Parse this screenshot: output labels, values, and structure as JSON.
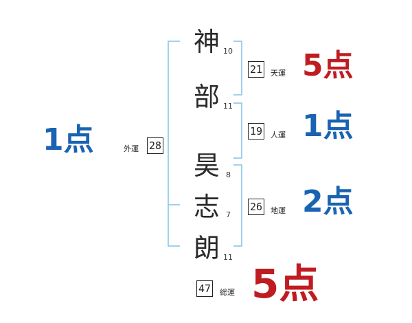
{
  "name": {
    "characters": [
      {
        "char": "神",
        "strokes": "10"
      },
      {
        "char": "部",
        "strokes": "11"
      },
      {
        "char": "昊",
        "strokes": "8"
      },
      {
        "char": "志",
        "strokes": "7"
      },
      {
        "char": "朗",
        "strokes": "11"
      }
    ]
  },
  "fortunes": {
    "tenkaku": {
      "label": "天運",
      "value": "21",
      "score": "5点"
    },
    "jinkaku": {
      "label": "人運",
      "value": "19",
      "score": "1点"
    },
    "chikaku": {
      "label": "地運",
      "value": "26",
      "score": "2点"
    },
    "gaikaku": {
      "label": "外運",
      "value": "28",
      "score": "1点"
    },
    "soukaku": {
      "label": "総運",
      "value": "47",
      "score": "5点"
    }
  },
  "colors": {
    "bracket": "#7fc4e6",
    "good": "#bf1c22",
    "neutral": "#1a63b2"
  }
}
